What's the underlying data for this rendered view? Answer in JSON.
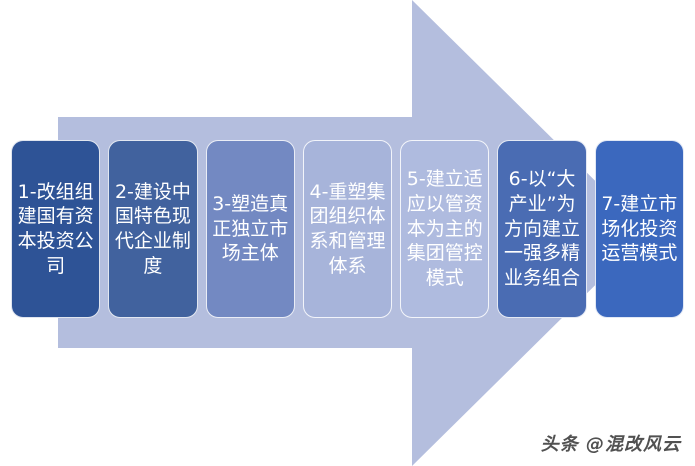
{
  "diagram": {
    "type": "process-arrow",
    "title_text": "",
    "arrow": {
      "name": "right-arrow-background",
      "color": "#B4BEDE",
      "direction": "right"
    },
    "steps": [
      {
        "id": 1,
        "label": "1-改组组建国有资本投资公司",
        "color": "#2E5396"
      },
      {
        "id": 2,
        "label": "2-建设中国特色现代企业制度",
        "color": "#41629E"
      },
      {
        "id": 3,
        "label": "3-塑造真正独立市场主体",
        "color": "#7389C2"
      },
      {
        "id": 4,
        "label": "4-重塑集团组织体系和管理体系",
        "color": "#A7B4DA"
      },
      {
        "id": 5,
        "label": "5-建立适应以管资本为主的集团管控模式",
        "color": "#AFBBDF"
      },
      {
        "id": 6,
        "label": "6-以“大产业”为方向建立一强多精业务组合",
        "color": "#4A6CB3"
      },
      {
        "id": 7,
        "label": "7-建立市场化投资运营模式",
        "color": "#3B68BE"
      }
    ]
  },
  "watermark": {
    "text": "头条 @混改风云"
  }
}
